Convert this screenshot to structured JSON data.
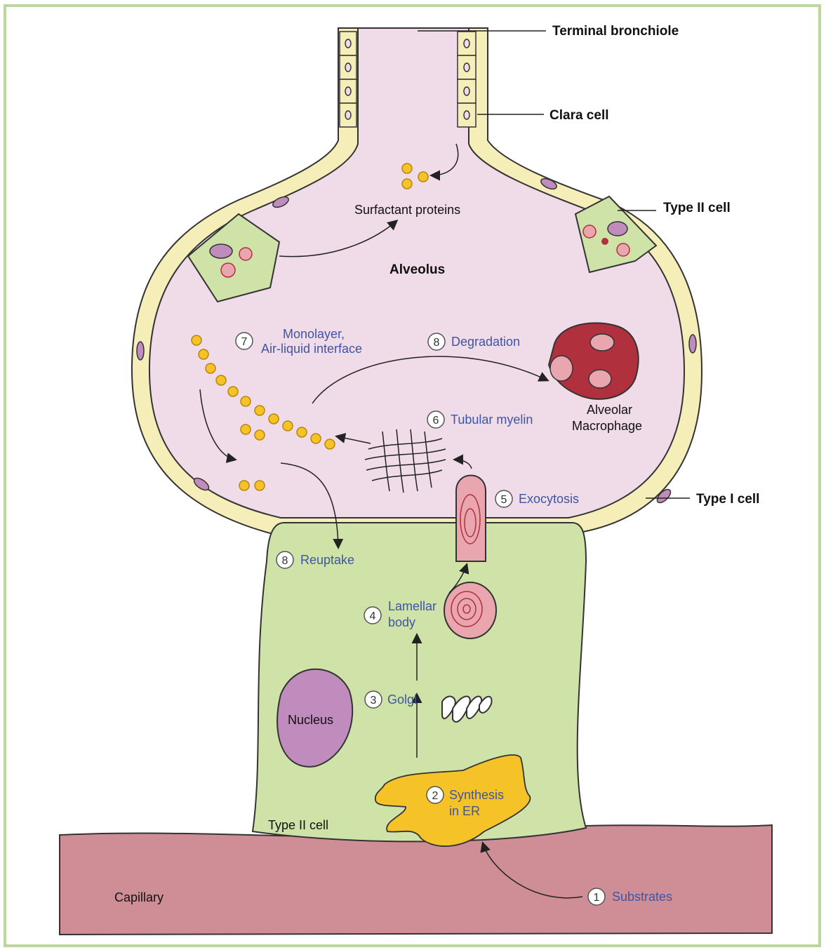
{
  "labels": {
    "terminal_bronchiole": "Terminal bronchiole",
    "clara_cell": "Clara cell",
    "type_ii_cell_top": "Type II cell",
    "type_i_cell": "Type I cell",
    "surfactant_proteins": "Surfactant proteins",
    "alveolus": "Alveolus",
    "alveolar_macrophage_1": "Alveolar",
    "alveolar_macrophage_2": "Macrophage",
    "nucleus": "Nucleus",
    "type_ii_cell_bottom": "Type II cell",
    "capillary": "Capillary"
  },
  "steps": [
    {
      "num": "1",
      "text": "Substrates"
    },
    {
      "num": "2",
      "text": "Synthesis",
      "text2": "in ER"
    },
    {
      "num": "3",
      "text": "Golgi"
    },
    {
      "num": "4",
      "text": "Lamellar",
      "text2": "body"
    },
    {
      "num": "5",
      "text": "Exocytosis"
    },
    {
      "num": "6",
      "text": "Tubular myelin"
    },
    {
      "num": "7",
      "text": "Monolayer,",
      "text2": "Air-liquid interface"
    },
    {
      "num": "8",
      "text": "Degradation"
    },
    {
      "num": "8",
      "text": "Reuptake"
    }
  ],
  "colors": {
    "alveolus_fill": "#f0dbe9",
    "cell_wall": "#f6eeb8",
    "type_ii_green": "#cfe3a8",
    "capillary": "#cf8e96",
    "nucleus": "#c08cbe",
    "er_yellow": "#f5c327",
    "macrophage": "#b0303e",
    "step_text": "#3f55a3",
    "frame": "#bcd79e"
  }
}
